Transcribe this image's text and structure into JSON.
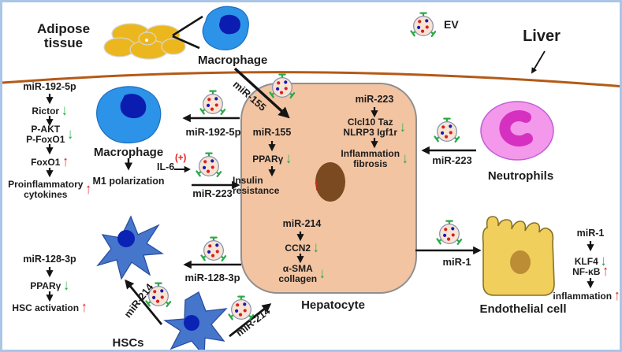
{
  "colors": {
    "up_red": "#e31d1d",
    "down_green": "#1faa3c",
    "hepatocyte_fill": "#f2c4a2",
    "macrophage_blue": "#2d93e8",
    "adipose_yellow": "#ecb71e",
    "neutrophil_pink": "#f398ea",
    "endothelial_yellow": "#f0cf5c",
    "hsc_blue": "#4576cc",
    "liver_line_brown": "#b45a17",
    "frame_blue": "#a9c6e8"
  },
  "labels": {
    "adipose_line1": "Adipose",
    "adipose_line2": "tissue",
    "macrophage_top": "Macrophage",
    "macrophage_liver": "Macrophage",
    "ev": "EV",
    "liver": "Liver",
    "neutrophils": "Neutrophils",
    "endothelial": "Endothelial cell",
    "hepatocyte": "Hepatocyte",
    "hscs": "HSCs"
  },
  "signals": {
    "il6": "IL-6",
    "plus": "(+)",
    "m1": "M1 polarization"
  },
  "arrows": {
    "mir155": "miR-155",
    "mir192": "miR-192-5p",
    "mir223_from_mac": "miR-223",
    "mir223_from_neutrophils": "miR-223",
    "mir1": "miR-1",
    "mir128": "miR-128-3p",
    "mir214_to_hsc": "miR-214",
    "mir214_to_hepatocyte": "miR-214"
  },
  "pathways": {
    "mir192": {
      "start": "miR-192-5p",
      "rictor": "Rictor",
      "rictor_dir": "↓",
      "pakt": "P-AKT",
      "pfoxo1": "P-FoxO1",
      "pakt_dir": "↓",
      "foxo1": "FoxO1",
      "foxo1_dir": "↑",
      "pro1": "Proinflammatory",
      "pro2": "cytokines",
      "pro_dir": "↑"
    },
    "mir155": {
      "start": "miR-155",
      "ppar": "PPARγ",
      "ppar_dir": "↓",
      "ir": "Insulin resistance",
      "ir_dir": "↑"
    },
    "mir223": {
      "start": "miR-223",
      "t1": "Clcl10 Taz",
      "t2": "NLRP3 Igf1r",
      "t_dir": "↓",
      "e1": "Inflammation",
      "e2": "fibrosis",
      "e_dir": "↓"
    },
    "mir214": {
      "start": "miR-214",
      "ccn2": "CCN2",
      "ccn2_dir": "↓",
      "sma": "α-SMA",
      "col": "collagen",
      "sma_dir": "↓"
    },
    "mir1": {
      "start": "miR-1",
      "klf4": "KLF4",
      "klf4_dir": "↓",
      "nfkb": "NF-κB",
      "nfkb_dir": "↑",
      "inf": "inflammation",
      "inf_dir": "↑"
    },
    "mir128": {
      "start": "miR-128-3p",
      "ppar": "PPARγ",
      "ppar_dir": "↓",
      "act": "HSC activation",
      "act_dir": "↑"
    }
  }
}
